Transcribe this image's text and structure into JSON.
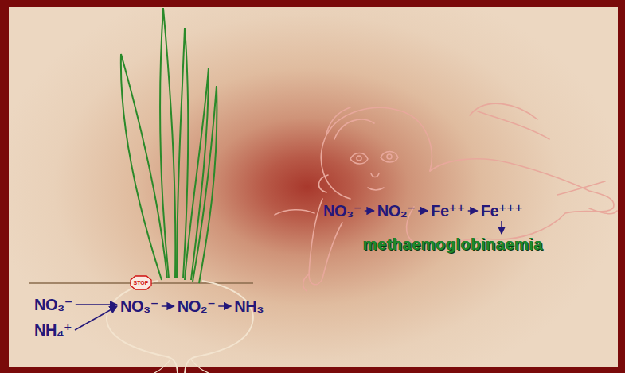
{
  "diagram": {
    "nodes": [
      {
        "text": [
          "NO₃⁻"
        ]
      },
      {
        "text": [
          "NH₄⁺"
        ]
      },
      {
        "text": [
          "NO₃⁻"
        ]
      },
      {
        "text": [
          "NO₂⁻"
        ]
      },
      {
        "text": [
          "NH₃"
        ]
      },
      {
        "text": [
          "NO₃⁻"
        ]
      },
      {
        "text": [
          "NO₂⁻"
        ]
      },
      {
        "text": [
          "Fe⁺⁺"
        ]
      },
      {
        "text": [
          "Fe⁺⁺⁺"
        ]
      },
      {
        "text": [
          "methaemoglobinaemia"
        ]
      }
    ],
    "edges": [
      {
        "from": 0,
        "to": 2,
        "arrow": "to"
      },
      {
        "from": 1,
        "to": 2,
        "arrow": "to"
      },
      {
        "from": 2,
        "to": 3,
        "arrow": "to"
      },
      {
        "from": 3,
        "to": 4,
        "arrow": "to"
      },
      {
        "from": 5,
        "to": 6,
        "arrow": "to"
      },
      {
        "from": 6,
        "to": 7,
        "arrow": "to"
      },
      {
        "from": 7,
        "to": 8,
        "arrow": "to"
      },
      {
        "from": 8,
        "to": 9,
        "arrow": "to"
      }
    ],
    "labels": [
      "STOP"
    ]
  }
}
